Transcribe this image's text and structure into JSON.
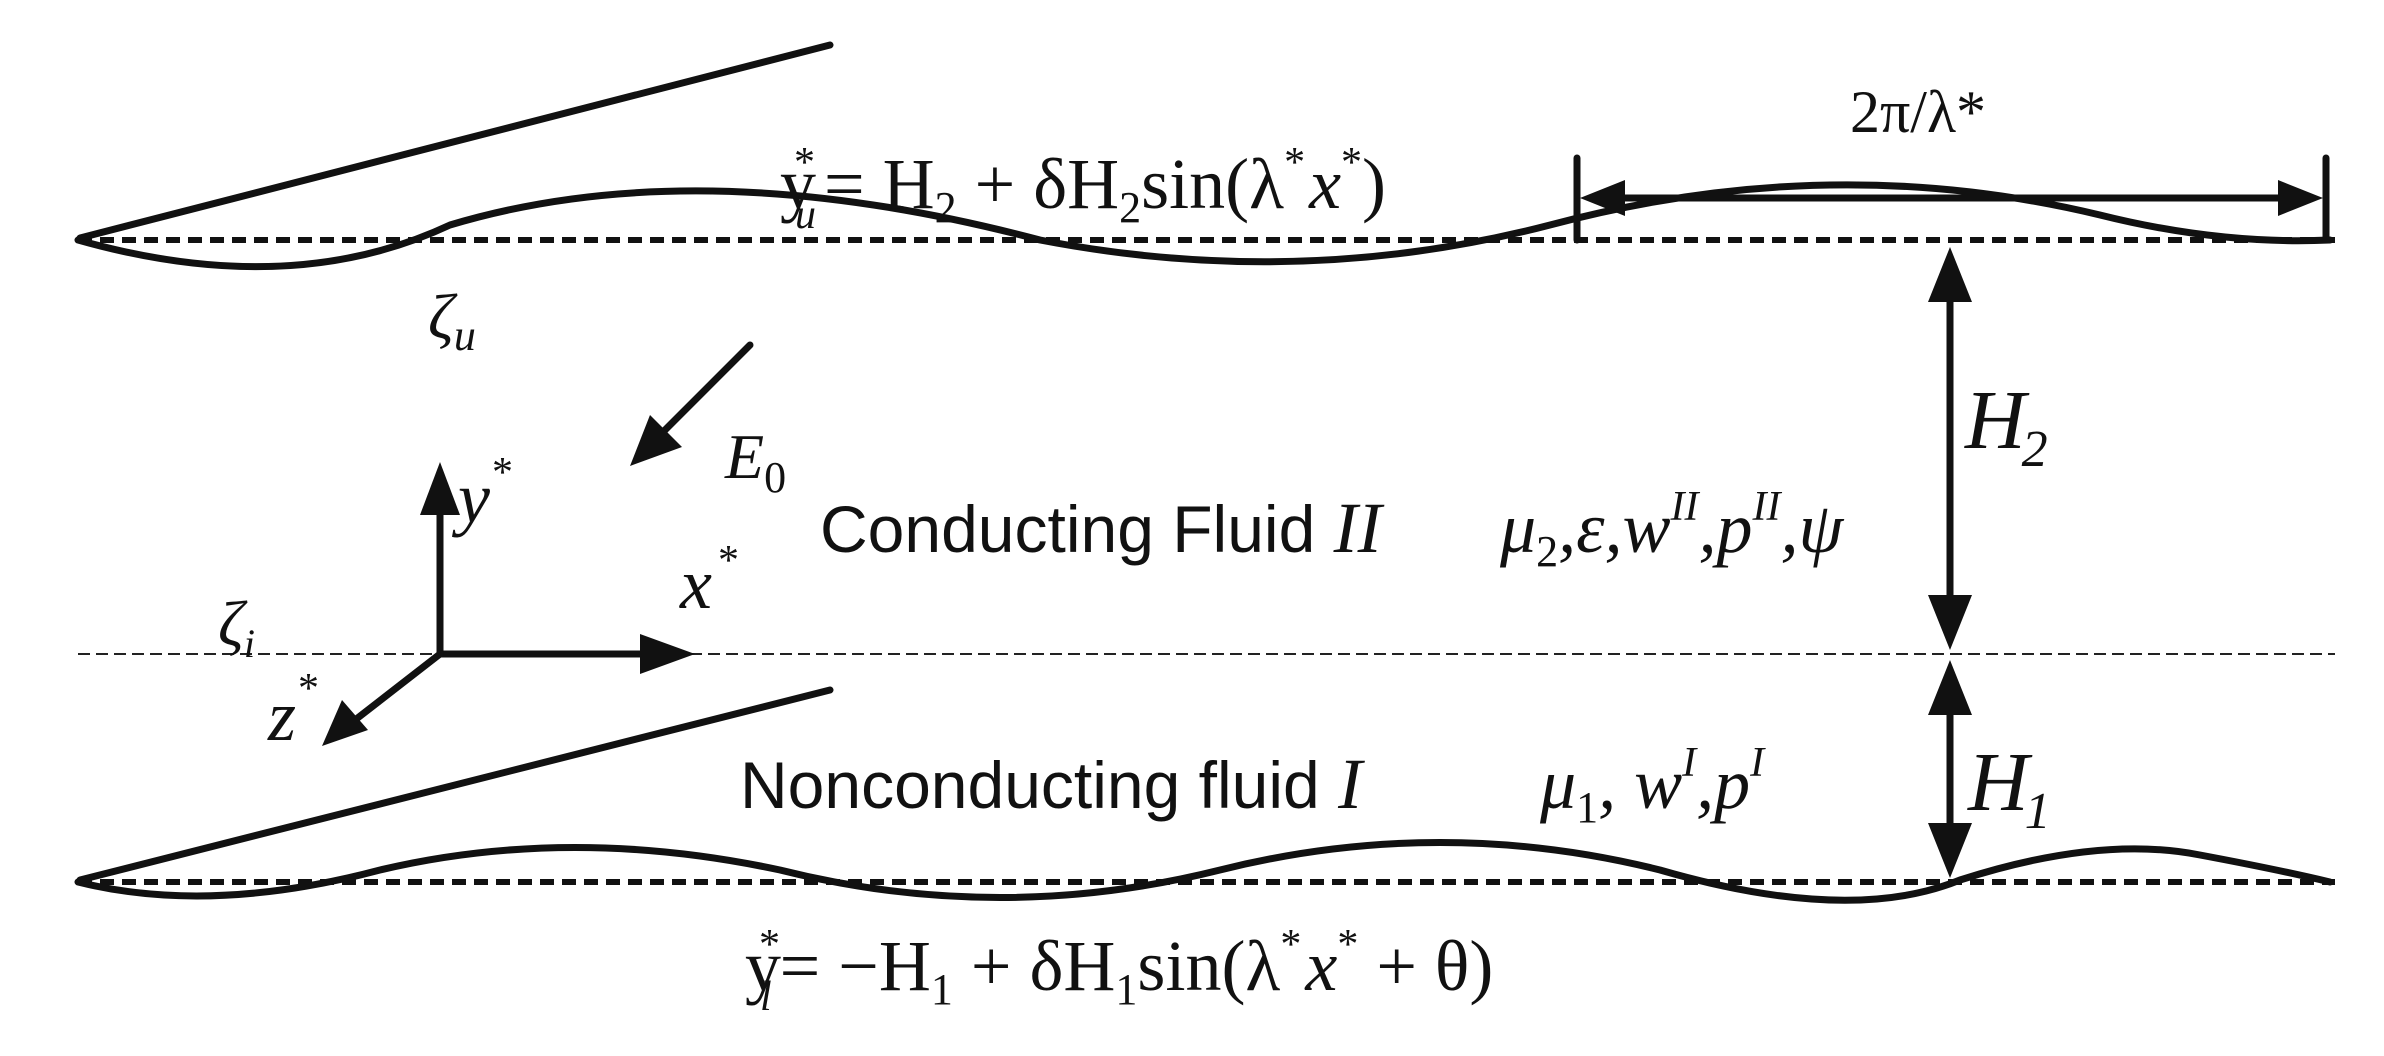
{
  "labels": {
    "upper_wall_eq": "y*u = H2 + δH2 sin(λ* x*)",
    "upper_wall_eq_parts": {
      "y": "y",
      "star": "*",
      "sub_u": "u",
      "rhs": "= H",
      "sub2": "2",
      "mid": " + δH",
      "sub2b": "2",
      "sin": "sin(λ",
      "x": "x",
      "close": ")"
    },
    "lower_wall_eq": "y*l = −H1 + δH1 sin(λ* x* + θ)",
    "lower_wall_eq_parts": {
      "y": "y",
      "star": "*",
      "sub_l": "l",
      "rhs": "= −H",
      "sub1": "1",
      "mid": " + δH",
      "sub1b": "1",
      "sin": "sin(λ",
      "x": "x",
      "close": " + θ)"
    },
    "zeta_u": "ζ",
    "zeta_u_sub": "u",
    "zeta_i": "ζ",
    "zeta_i_sub": "i",
    "E0": "E",
    "E0_sub": "0",
    "y_axis": "y",
    "x_axis": "x",
    "z_axis": "z",
    "star": "*",
    "wavelength": "2π/λ*",
    "H2": "H",
    "H2_sub": "2",
    "H1": "H",
    "H1_sub": "1",
    "fluid2_name": "Conducting Fluid ",
    "fluid2_roman": "II",
    "fluid2_props": "μ2,ε,w^II,p^II,ψ",
    "fluid2_props_parts": {
      "mu": "μ",
      "mu_sub": "2",
      "rest1": ",ε,w",
      "sup1": "II",
      "rest2": ",p",
      "sup2": "II",
      "rest3": ",ψ"
    },
    "fluid1_name": "Nonconducting fluid ",
    "fluid1_roman": "I",
    "fluid1_props": "μ1, w^I, p^I",
    "fluid1_props_parts": {
      "mu": "μ",
      "mu_sub": "1",
      "rest1": ", w",
      "sup1": "I",
      "rest2": ",p",
      "sup2": "I"
    }
  }
}
